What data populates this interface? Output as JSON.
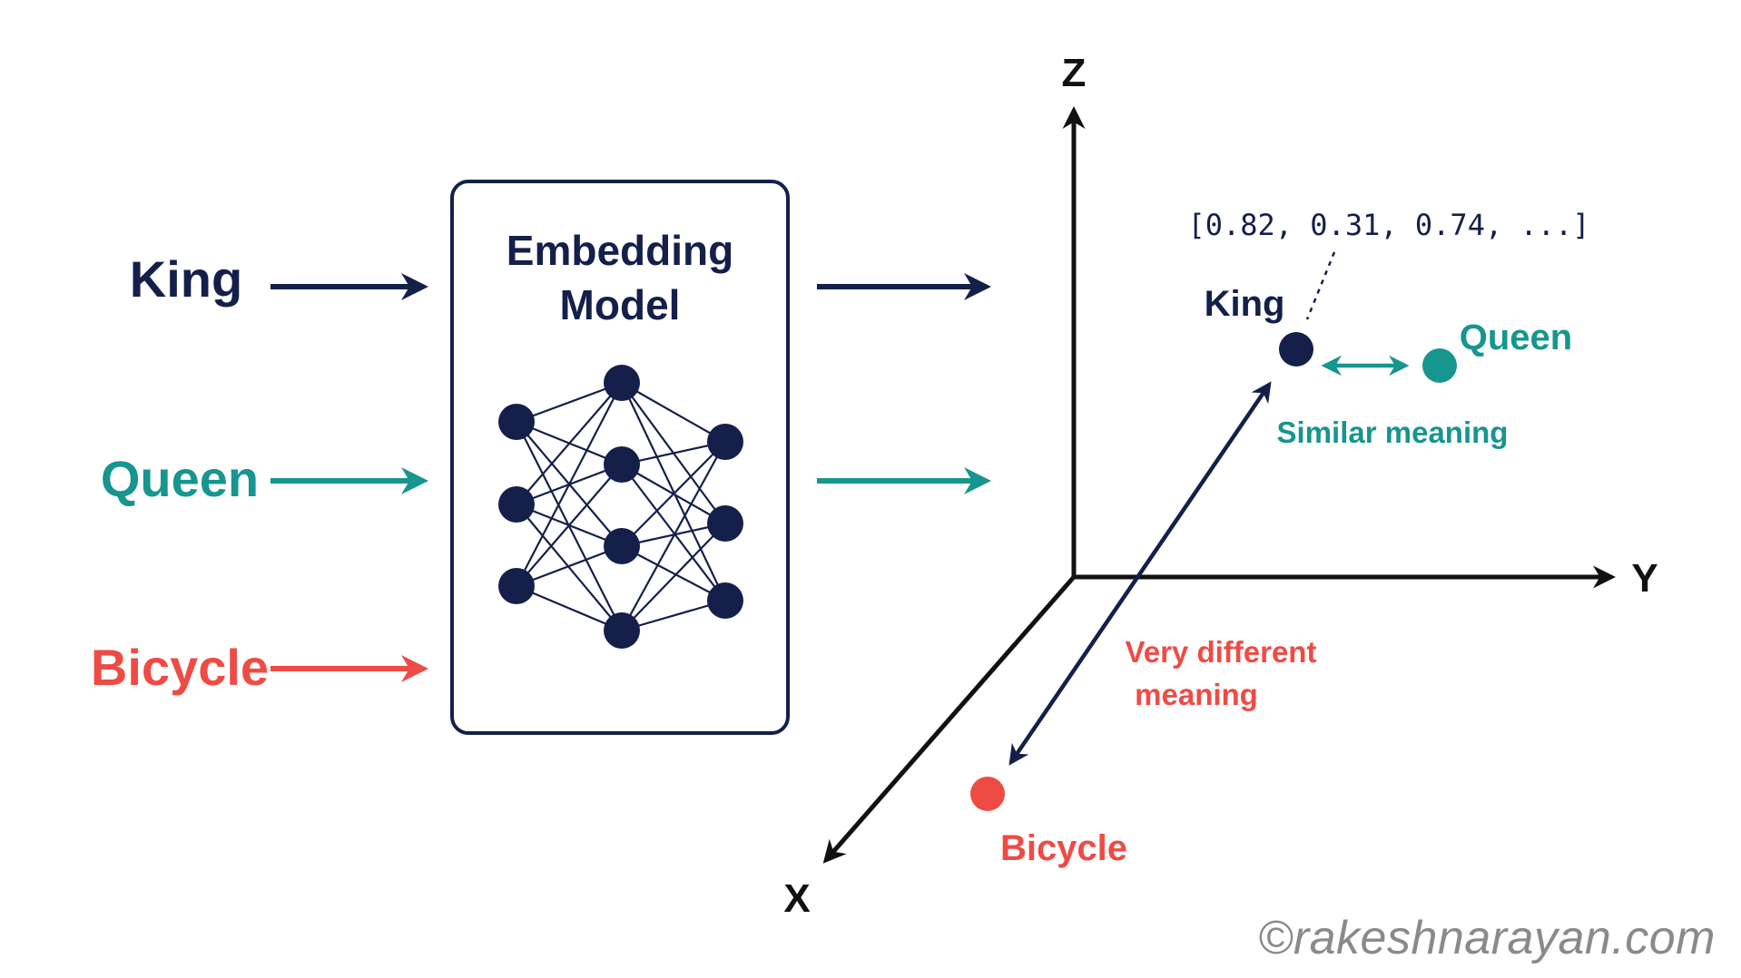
{
  "colors": {
    "navy": "#14204a",
    "teal": "#17958f",
    "red": "#ef4b45",
    "black": "#111111"
  },
  "inputs": {
    "king": "King",
    "queen": "Queen",
    "bicycle": "Bicycle"
  },
  "model": {
    "line1": "Embedding",
    "line2": "Model"
  },
  "space": {
    "axis_z": "Z",
    "axis_y": "Y",
    "axis_x": "X",
    "vector_label": "[0.82, 0.31, 0.74, ...]",
    "king_label": "King",
    "queen_label": "Queen",
    "bicycle_label": "Bicycle",
    "similar_label": "Similar meaning",
    "different_line1": "Very different",
    "different_line2": "meaning"
  },
  "watermark": "©rakeshnarayan.com"
}
